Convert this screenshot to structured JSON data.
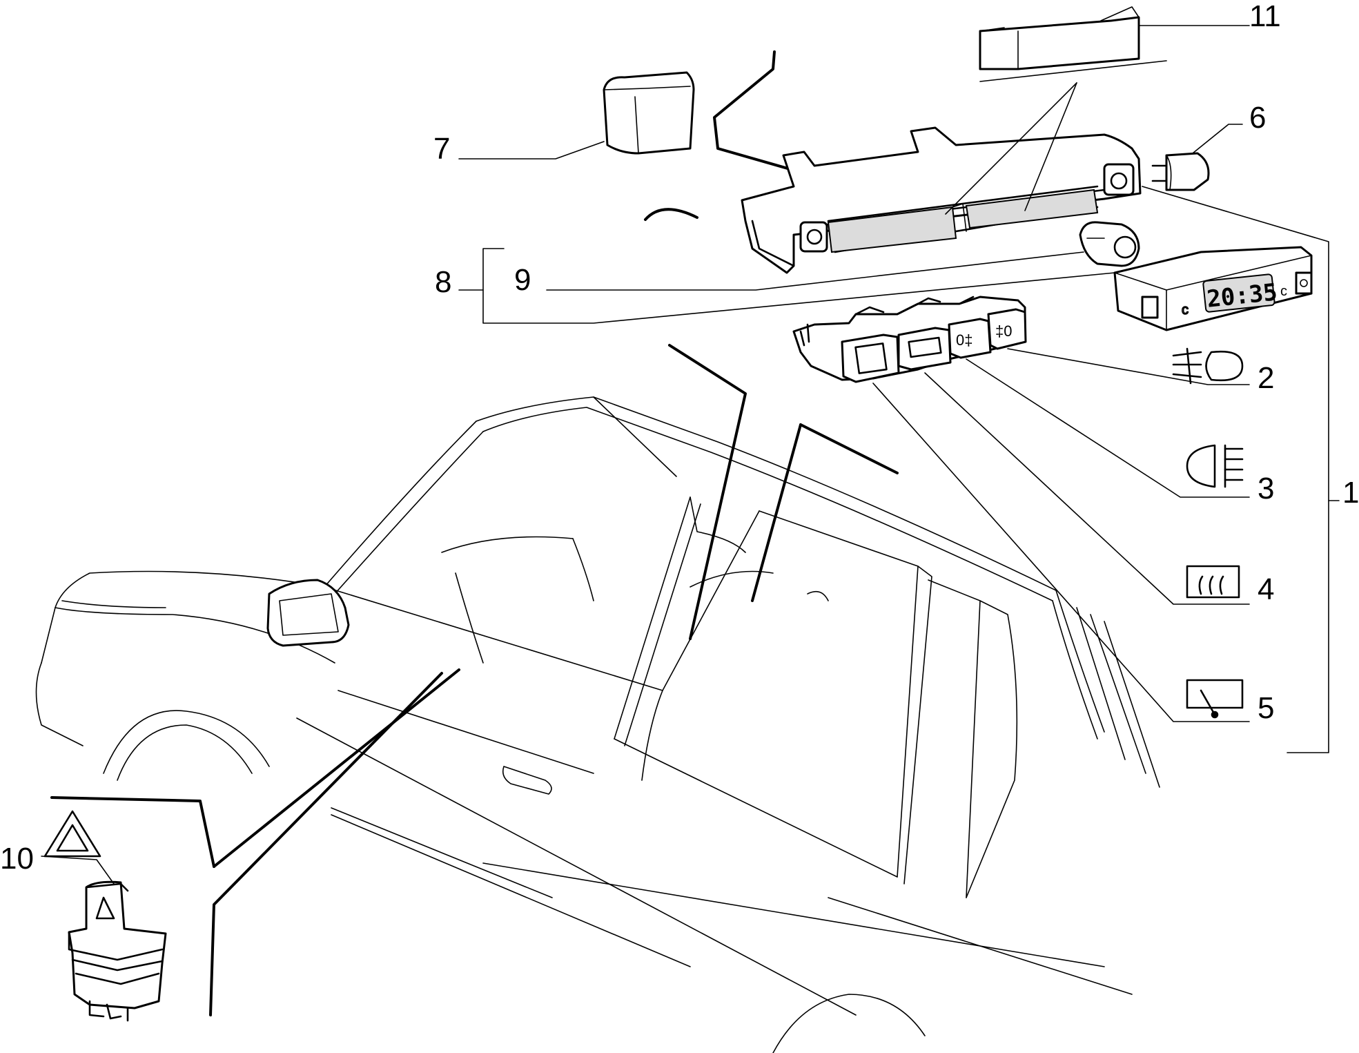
{
  "callouts": {
    "c1": "1",
    "c2": "2",
    "c3": "3",
    "c4": "4",
    "c5": "5",
    "c6": "6",
    "c7": "7",
    "c8": "8",
    "c9": "9",
    "c10": "10",
    "c11": "11"
  },
  "clock_display": "20:35",
  "icons": {
    "c2": "front-fog-light-icon",
    "c3": "rear-fog-light-icon",
    "c4": "rear-window-heater-icon",
    "c5": "rear-wiper-icon",
    "c10": "hazard-warning-icon"
  }
}
